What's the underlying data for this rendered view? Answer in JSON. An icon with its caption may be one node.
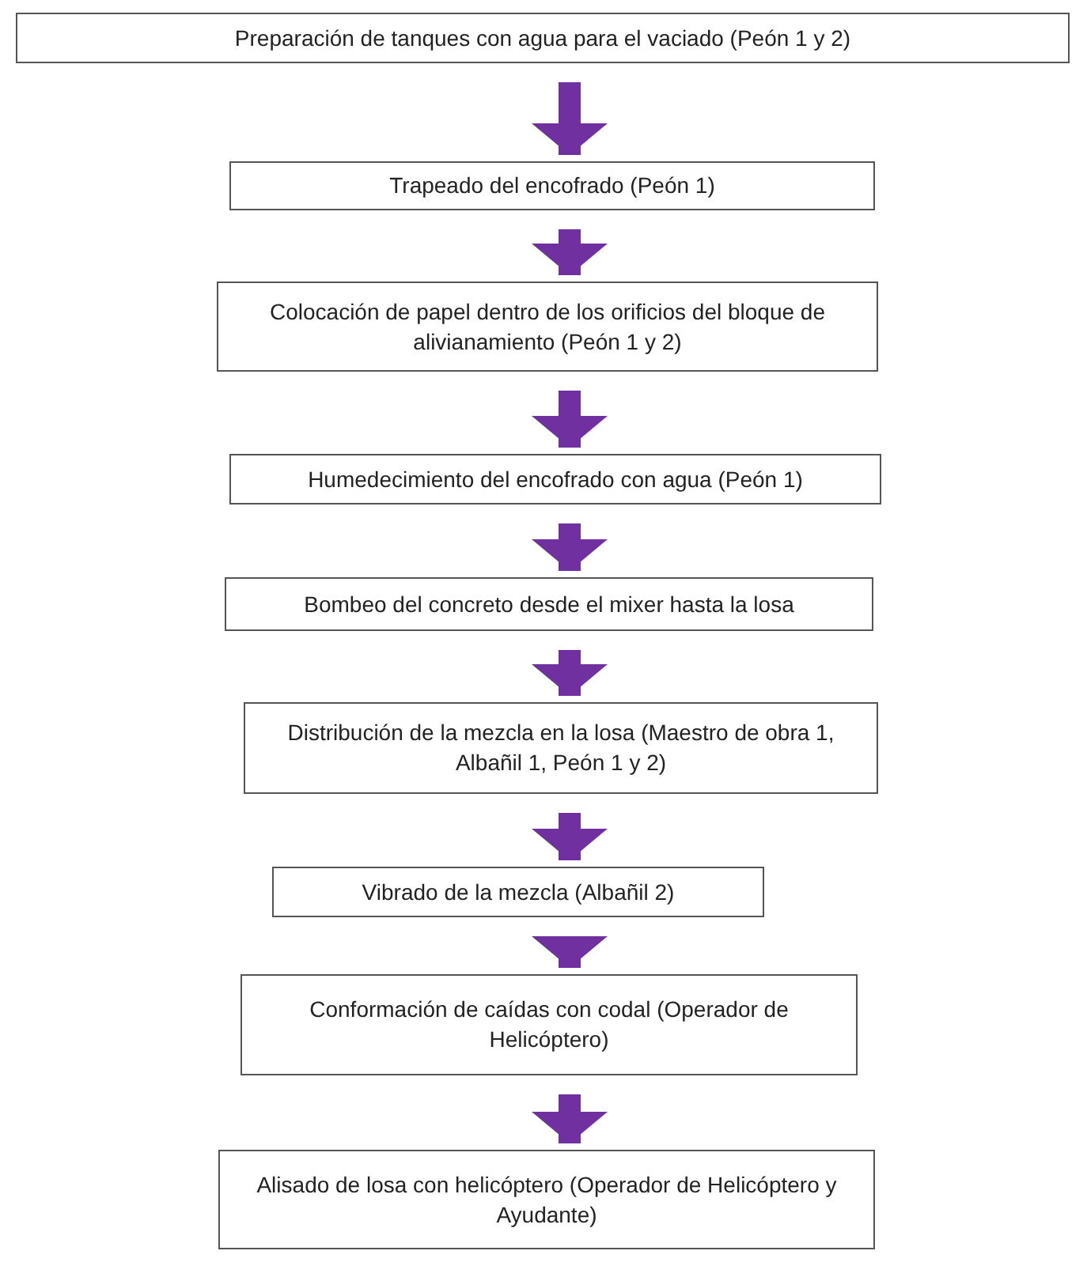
{
  "diagram": {
    "nodes": [
      {
        "text": [
          "Preparación de tanques con agua para el vaciado (Peón 1 y 2)"
        ]
      },
      {
        "text": [
          "Trapeado del encofrado (Peón 1)"
        ]
      },
      {
        "text": [
          "Colocación de papel dentro de los orificios del bloque de alivianamiento (Peón 1 y 2)"
        ]
      },
      {
        "text": [
          "Humedecimiento del encofrado con agua (Peón 1)"
        ]
      },
      {
        "text": [
          "Bombeo del concreto desde el mixer hasta la losa"
        ]
      },
      {
        "text": [
          "Distribución de la mezcla en la losa (Maestro de obra 1, Albañil 1, Peón 1 y 2)"
        ]
      },
      {
        "text": [
          "Vibrado de la mezcla (Albañil 2)"
        ]
      },
      {
        "text": [
          "Conformación de caídas con codal (Operador de Helicóptero)"
        ]
      },
      {
        "text": [
          "Alisado de losa con helicóptero (Operador de Helicóptero y Ayudante)"
        ]
      }
    ],
    "edges": [
      {
        "from": 0,
        "to": 1,
        "arrow": "to"
      },
      {
        "from": 1,
        "to": 2,
        "arrow": "to"
      },
      {
        "from": 2,
        "to": 3,
        "arrow": "to"
      },
      {
        "from": 3,
        "to": 4,
        "arrow": "to"
      },
      {
        "from": 4,
        "to": 5,
        "arrow": "to"
      },
      {
        "from": 5,
        "to": 6,
        "arrow": "to"
      },
      {
        "from": 6,
        "to": 7,
        "arrow": "to"
      },
      {
        "from": 7,
        "to": 8,
        "arrow": "to"
      }
    ]
  }
}
